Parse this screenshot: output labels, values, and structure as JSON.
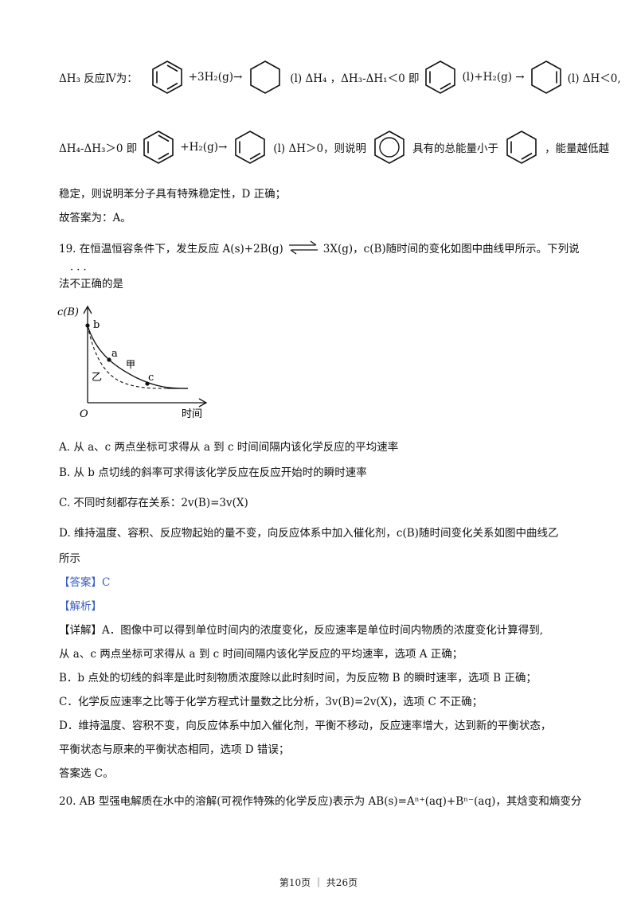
{
  "intro": {
    "l1_a": "ΔH₃ 反应Ⅳ为：",
    "l1_b": "+3H₂(g)→",
    "l1_c": "(l)   ΔH₄ ，ΔH₃-ΔH₁＜0 即",
    "l1_d": "(l)+H₂(g) →",
    "l1_e": "(l) ΔH＜0,",
    "l2_a": "ΔH₄-ΔH₃＞0 即",
    "l2_b": "+H₂(g)→",
    "l2_c": "(l)   ΔH＞0，则说明",
    "l2_d": "具有的总能量小于",
    "l2_e": "，能量越低越",
    "l3": "稳定，则说明苯分子具有特殊稳定性，D 正确；",
    "l4": "故答案为：A。"
  },
  "q19": {
    "stem_a": "19. 在恒温恒容条件下，发生反应 A(s)+2B(g)",
    "stem_b": "3X(g)，c(B)随时间的变化如图中曲线甲所示。下列说",
    "stem_c_pre": "法",
    "stem_c_emph": "不正确",
    "stem_c_post": "的是",
    "emph_dots": "· · ·",
    "graph": {
      "ylabel": "c(B)",
      "xlabel": "时间",
      "origin": "O",
      "point_b": "b",
      "point_a": "a",
      "point_c": "c",
      "curve_jia": "甲",
      "curve_yi": "乙"
    },
    "option_a": "A.  从 a、c 两点坐标可求得从 a 到 c 时间间隔内该化学反应的平均速率",
    "option_b": "B.  从 b 点切线的斜率可求得该化学反应在反应开始时的瞬时速率",
    "option_c": "C.     不同时刻都存在关系：2v(B)=3v(X)",
    "option_d1": "D.  维持温度、容积、反应物起始的量不变，向反应体系中加入催化剂，c(B)随时间变化关系如图中曲线乙",
    "option_d2": "所示",
    "answer": "【答案】C",
    "analysis": "【解析】",
    "detail1": "【详解】A．图像中可以得到单位时间内的浓度变化，反应速率是单位时间内物质的浓度变化计算得到,",
    "detail2": "从 a、c 两点坐标可求得从 a 到 c 时间间隔内该化学反应的平均速率，选项 A 正确；",
    "detail3": "B．b 点处的切线的斜率是此时刻物质浓度除以此时刻时间，为反应物 B 的瞬时速率，选项 B 正确；",
    "detail4": "C．化学反应速率之比等于化学方程式计量数之比分析，3v(B)=2v(X)，选项 C 不正确；",
    "detail5": "D．维持温度、容积不变，向反应体系中加入催化剂，平衡不移动，反应速率增大，达到新的平衡状态，",
    "detail6": "平衡状态与原来的平衡状态相同，选项 D 错误；",
    "detail7": "答案选 C。"
  },
  "q20": {
    "stem": "20. AB 型强电解质在水中的溶解(可视作特殊的化学反应)表示为 AB(s)=Aⁿ⁺(aq)+Bⁿ⁻(aq)，其焓变和熵变分"
  },
  "footer": "第10页 ｜ 共26页"
}
